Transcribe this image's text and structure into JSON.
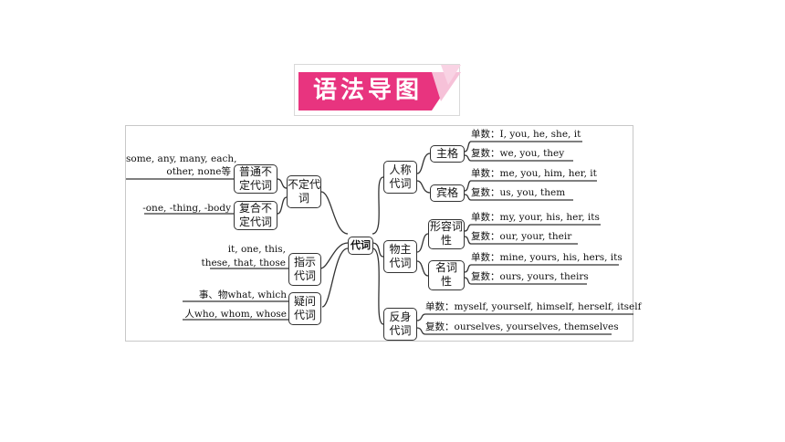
{
  "banner": {
    "title": "语法导图"
  },
  "mindmap": {
    "center": "代词",
    "left": {
      "indefinite": {
        "label": "不定代词",
        "common": {
          "label": "普通不定代词",
          "items_line1": "some, any, many, each,",
          "items_line2": "other,  none等"
        },
        "compound": {
          "label": "复合不定代词",
          "items": "-one, -thing, -body"
        }
      },
      "demonstrative": {
        "label": "指示代词",
        "line1": "it, one, this,",
        "line2": "these, that, those"
      },
      "interrogative": {
        "label": "疑问代词",
        "line1": "事、物what, which",
        "line2": "人who, whom, whose"
      }
    },
    "right": {
      "personal": {
        "label": "人称代词",
        "nominative": {
          "label": "主格",
          "singular": "单数：I, you, he, she, it",
          "plural": "复数：we, you, they"
        },
        "objective": {
          "label": "宾格",
          "singular": "单数：me, you, him, her, it",
          "plural": "复数：us, you, them"
        }
      },
      "possessive": {
        "label": "物主代词",
        "adjectival": {
          "label": "形容词性",
          "singular": "单数：my, your, his, her, its",
          "plural": "复数：our, your, their"
        },
        "nominal": {
          "label": "名词性",
          "singular": "单数：mine, yours, his, hers, its",
          "plural": "复数：ours, yours, theirs"
        }
      },
      "reflexive": {
        "label": "反身代词",
        "singular": "单数：myself, yourself, himself, herself, itself",
        "plural": "复数：ourselves, yourselves, themselves"
      }
    }
  }
}
